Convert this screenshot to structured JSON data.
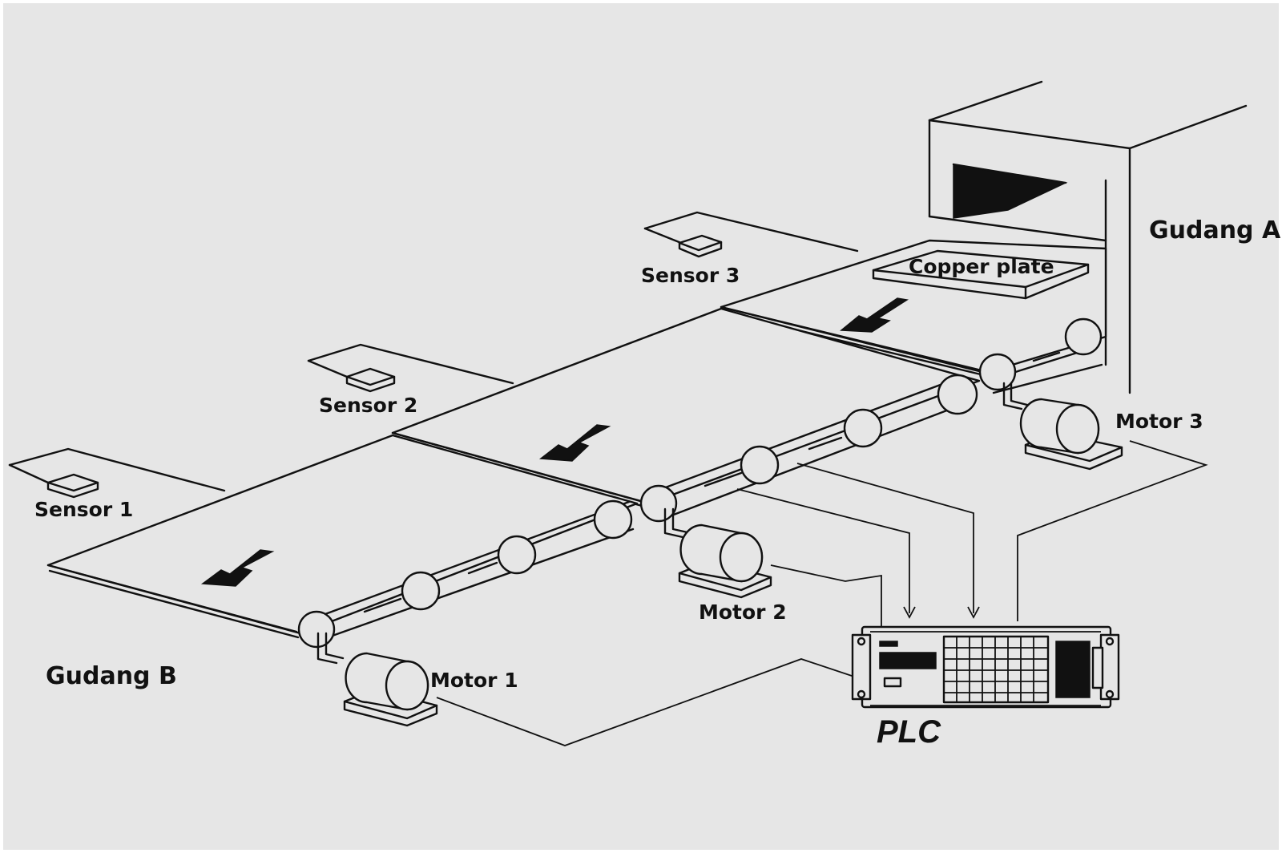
{
  "labels": {
    "warehouse_a": "Gudang A",
    "warehouse_b": "Gudang B",
    "copper_plate": "Copper plate",
    "sensor_1": "Sensor 1",
    "sensor_2": "Sensor 2",
    "sensor_3": "Sensor 3",
    "motor_1": "Motor 1",
    "motor_2": "Motor 2",
    "motor_3": "Motor 3",
    "plc": "PLC"
  },
  "colors": {
    "background": "#e6e6e6",
    "ink": "#111111",
    "outer_border": "#ffffff"
  }
}
